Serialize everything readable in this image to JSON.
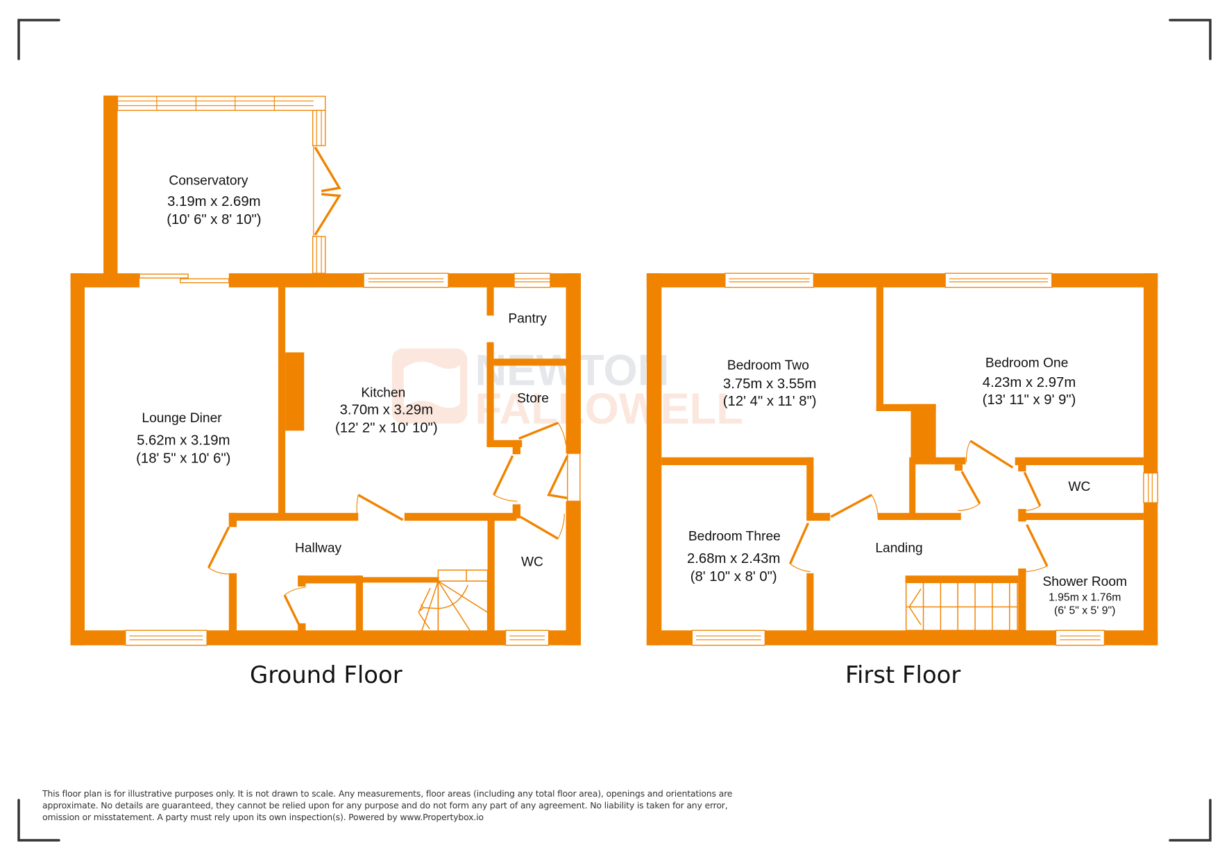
{
  "watermark": {
    "line1": "NEWTON",
    "line2": "FALLOWELL",
    "colors": {
      "line1": "#e4e6ea",
      "line2": "#fbe6dc"
    }
  },
  "colors": {
    "wall": "#f08300",
    "text": "#111111",
    "corner_marks": "#333333"
  },
  "ground_floor": {
    "label": "Ground Floor",
    "rooms": [
      {
        "name": "Conservatory",
        "metric": "3.19m x 2.69m",
        "imperial": "(10' 6\" x 8' 10\")"
      },
      {
        "name": "Lounge Diner",
        "metric": "5.62m x 3.19m",
        "imperial": "(18' 5\" x 10' 6\")"
      },
      {
        "name": "Kitchen",
        "metric": "3.70m x 3.29m",
        "imperial": "(12' 2\" x 10' 10\")"
      },
      {
        "name": "Pantry"
      },
      {
        "name": "Store"
      },
      {
        "name": "Hallway"
      },
      {
        "name": "WC"
      }
    ]
  },
  "first_floor": {
    "label": "First Floor",
    "rooms": [
      {
        "name": "Bedroom Two",
        "metric": "3.75m x 3.55m",
        "imperial": "(12' 4\" x 11' 8\")"
      },
      {
        "name": "Bedroom One",
        "metric": "4.23m x 2.97m",
        "imperial": "(13' 11\" x 9' 9\")"
      },
      {
        "name": "WC"
      },
      {
        "name": "Bedroom Three",
        "metric": "2.68m x 2.43m",
        "imperial": "(8' 10\" x 8' 0\")"
      },
      {
        "name": "Landing"
      },
      {
        "name": "Shower Room",
        "metric": "1.95m x 1.76m",
        "imperial": "(6' 5\" x 5' 9\")"
      }
    ]
  },
  "disclaimer": {
    "line1": "This floor plan is for illustrative purposes only. It is not drawn to scale. Any measurements, floor areas (including any total floor area), openings and orientations are",
    "line2": "approximate. No details are guaranteed, they cannot be relied upon for any purpose and do not form any part of any agreement. No liability is taken for any error,",
    "line3": "omission or misstatement. A party must rely upon its own inspection(s). Powered by www.Propertybox.io"
  }
}
